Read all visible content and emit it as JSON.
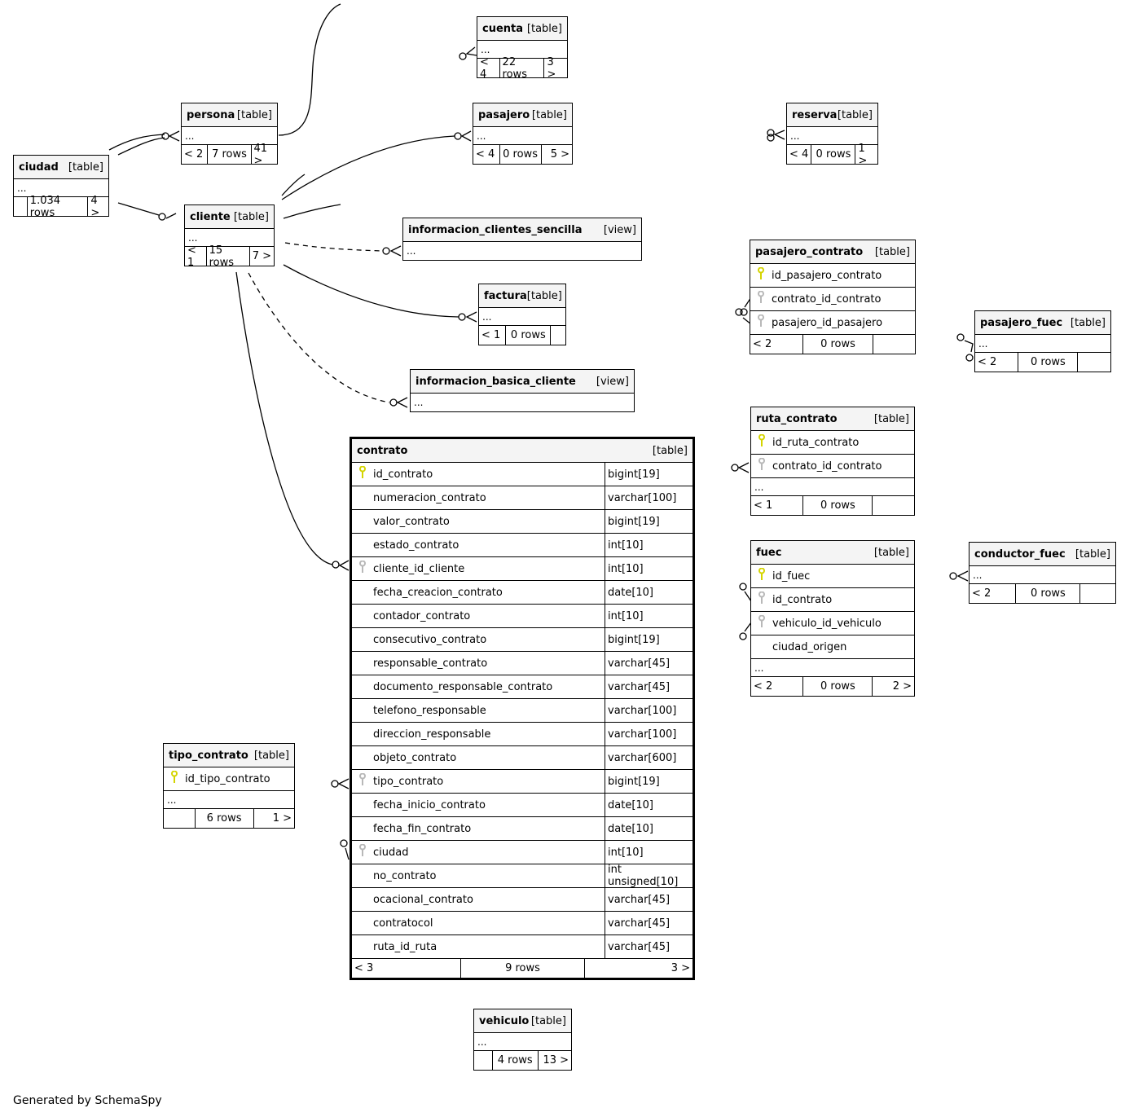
{
  "footer_text": "Generated by SchemaSpy",
  "colors": {
    "pk_key": "#d4d400",
    "fk_key": "#b8b8b8",
    "header_bg": "#f4f4f4"
  },
  "tables": [
    {
      "id": "cuenta",
      "name": "cuenta",
      "kind": "[table]",
      "columns": [],
      "dots": "...",
      "footer": [
        "< 4",
        "22 rows",
        "3 >"
      ]
    },
    {
      "id": "persona",
      "name": "persona",
      "kind": "[table]",
      "columns": [],
      "dots": "...",
      "footer": [
        "< 2",
        "7 rows",
        "41 >"
      ]
    },
    {
      "id": "pasajero",
      "name": "pasajero",
      "kind": "[table]",
      "columns": [],
      "dots": "...",
      "footer": [
        "< 4",
        "0 rows",
        "5 >"
      ]
    },
    {
      "id": "reserva",
      "name": "reserva",
      "kind": "[table]",
      "columns": [],
      "dots": "...",
      "footer": [
        "< 4",
        "0 rows",
        "1 >"
      ]
    },
    {
      "id": "ciudad",
      "name": "ciudad",
      "kind": "[table]",
      "columns": [],
      "dots": "...",
      "footer": [
        "",
        "1.034 rows",
        "4 >"
      ]
    },
    {
      "id": "cliente",
      "name": "cliente",
      "kind": "[table]",
      "columns": [],
      "dots": "...",
      "footer": [
        "< 1",
        "15 rows",
        "7 >"
      ]
    },
    {
      "id": "informacion_clientes_sencilla",
      "name": "informacion_clientes_sencilla",
      "kind": "[view]",
      "columns": [],
      "dots": "...",
      "footer": null
    },
    {
      "id": "factura",
      "name": "factura",
      "kind": "[table]",
      "columns": [],
      "dots": "...",
      "footer": [
        "< 1",
        "0 rows",
        ""
      ]
    },
    {
      "id": "informacion_basica_cliente",
      "name": "informacion_basica_cliente",
      "kind": "[view]",
      "columns": [],
      "dots": "...",
      "footer": null
    },
    {
      "id": "pasajero_contrato",
      "name": "pasajero_contrato",
      "kind": "[table]",
      "columns": [
        {
          "name": "id_pasajero_contrato",
          "key": "pk"
        },
        {
          "name": "contrato_id_contrato",
          "key": "fk"
        },
        {
          "name": "pasajero_id_pasajero",
          "key": "fk"
        }
      ],
      "dots": null,
      "footer": [
        "< 2",
        "0 rows",
        ""
      ]
    },
    {
      "id": "pasajero_fuec",
      "name": "pasajero_fuec",
      "kind": "[table]",
      "columns": [],
      "dots": "...",
      "footer": [
        "< 2",
        "0 rows",
        ""
      ]
    },
    {
      "id": "ruta_contrato",
      "name": "ruta_contrato",
      "kind": "[table]",
      "columns": [
        {
          "name": "id_ruta_contrato",
          "key": "pk"
        },
        {
          "name": "contrato_id_contrato",
          "key": "fk"
        }
      ],
      "dots": "...",
      "footer": [
        "< 1",
        "0 rows",
        ""
      ]
    },
    {
      "id": "fuec",
      "name": "fuec",
      "kind": "[table]",
      "columns": [
        {
          "name": "id_fuec",
          "key": "pk"
        },
        {
          "name": "id_contrato",
          "key": "fk"
        },
        {
          "name": "vehiculo_id_vehiculo",
          "key": "fk"
        },
        {
          "name": "ciudad_origen",
          "key": ""
        }
      ],
      "dots": "...",
      "footer": [
        "< 2",
        "0 rows",
        "2 >"
      ]
    },
    {
      "id": "conductor_fuec",
      "name": "conductor_fuec",
      "kind": "[table]",
      "columns": [],
      "dots": "...",
      "footer": [
        "< 2",
        "0 rows",
        ""
      ]
    },
    {
      "id": "contrato",
      "name": "contrato",
      "kind": "[table]",
      "columns": [
        {
          "name": "id_contrato",
          "key": "pk",
          "type": "bigint[19]"
        },
        {
          "name": "numeracion_contrato",
          "key": "",
          "type": "varchar[100]"
        },
        {
          "name": "valor_contrato",
          "key": "",
          "type": "bigint[19]"
        },
        {
          "name": "estado_contrato",
          "key": "",
          "type": "int[10]"
        },
        {
          "name": "cliente_id_cliente",
          "key": "fk",
          "type": "int[10]"
        },
        {
          "name": "fecha_creacion_contrato",
          "key": "",
          "type": "date[10]"
        },
        {
          "name": "contador_contrato",
          "key": "",
          "type": "int[10]"
        },
        {
          "name": "consecutivo_contrato",
          "key": "",
          "type": "bigint[19]"
        },
        {
          "name": "responsable_contrato",
          "key": "",
          "type": "varchar[45]"
        },
        {
          "name": "documento_responsable_contrato",
          "key": "",
          "type": "varchar[45]"
        },
        {
          "name": "telefono_responsable",
          "key": "",
          "type": "varchar[100]"
        },
        {
          "name": "direccion_responsable",
          "key": "",
          "type": "varchar[100]"
        },
        {
          "name": "objeto_contrato",
          "key": "",
          "type": "varchar[600]"
        },
        {
          "name": "tipo_contrato",
          "key": "fk",
          "type": "bigint[19]"
        },
        {
          "name": "fecha_inicio_contrato",
          "key": "",
          "type": "date[10]"
        },
        {
          "name": "fecha_fin_contrato",
          "key": "",
          "type": "date[10]"
        },
        {
          "name": "ciudad",
          "key": "fk",
          "type": "int[10]"
        },
        {
          "name": "no_contrato",
          "key": "",
          "type": "int unsigned[10]"
        },
        {
          "name": "ocacional_contrato",
          "key": "",
          "type": "varchar[45]"
        },
        {
          "name": "contratocol",
          "key": "",
          "type": "varchar[45]"
        },
        {
          "name": "ruta_id_ruta",
          "key": "",
          "type": "varchar[45]"
        }
      ],
      "dots": null,
      "footer": [
        "< 3",
        "9 rows",
        "3 >"
      ]
    },
    {
      "id": "tipo_contrato",
      "name": "tipo_contrato",
      "kind": "[table]",
      "columns": [
        {
          "name": "id_tipo_contrato",
          "key": "pk"
        }
      ],
      "dots": "...",
      "footer": [
        "",
        "6 rows",
        "1 >"
      ]
    },
    {
      "id": "vehiculo",
      "name": "vehiculo",
      "kind": "[table]",
      "columns": [],
      "dots": "...",
      "footer": [
        "",
        "4 rows",
        "13 >"
      ]
    }
  ]
}
